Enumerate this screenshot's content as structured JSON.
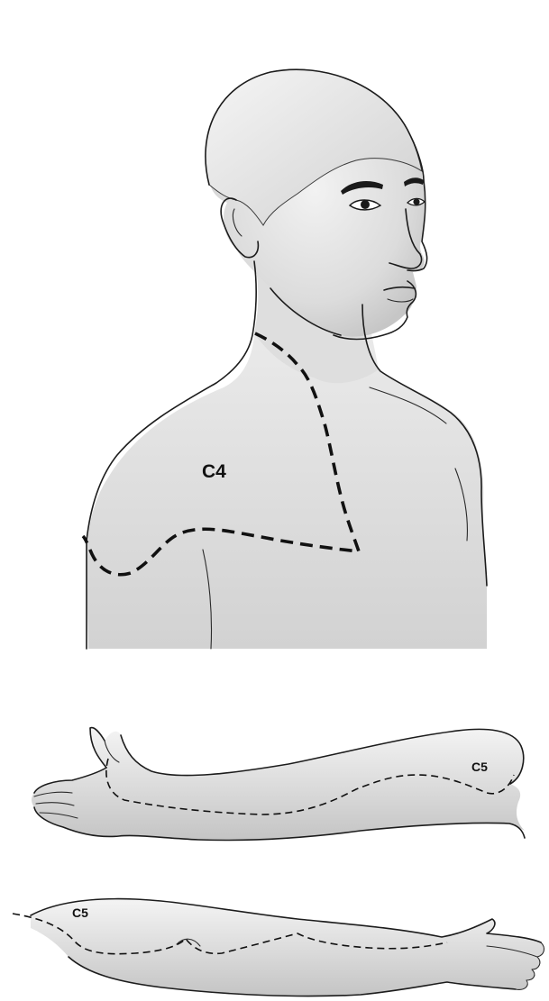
{
  "figure": {
    "labels": {
      "shoulder": "C4",
      "upper_arm": "C5",
      "lower_arm": "C5"
    }
  }
}
